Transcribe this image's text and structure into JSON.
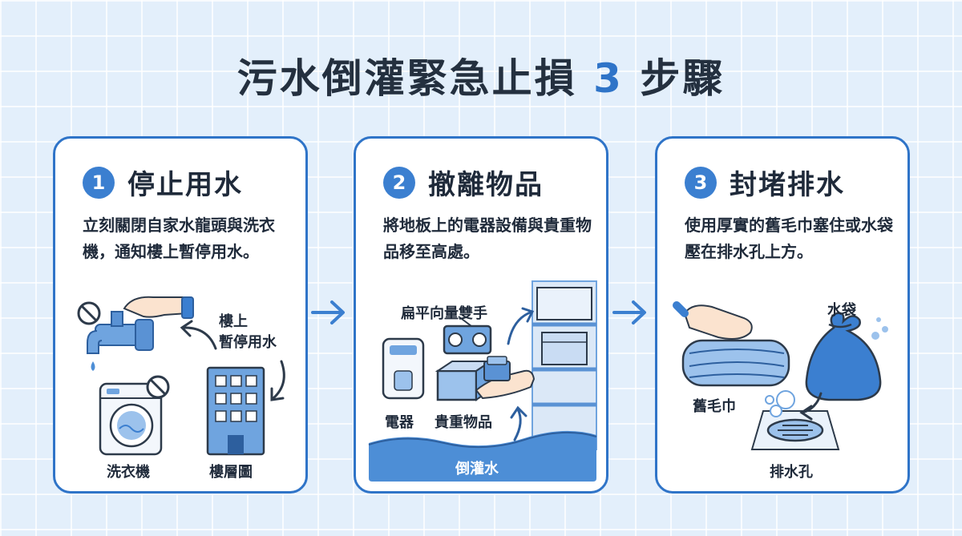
{
  "title": {
    "main": "污水倒灌緊急止損",
    "number": "3",
    "suffix": "步驟"
  },
  "steps": [
    {
      "number": "1",
      "title": "停止用水",
      "description": "立刻關閉自家水龍頭與洗衣機，通知樓上暫停用水。",
      "labels": {
        "upstairs": [
          "樓上",
          "暫停用水"
        ],
        "washer": "洗衣機",
        "building": "樓層圖"
      }
    },
    {
      "number": "2",
      "title": "撤離物品",
      "description": "將地板上的電器設備與貴重物品移至高處。",
      "labels": {
        "flat": "扁平向量雙手",
        "appliances": "電器",
        "valuables": "貴重物品",
        "backflow": "倒灌水"
      }
    },
    {
      "number": "3",
      "title": "封堵排水",
      "description": "使用厚實的舊毛巾塞住或水袋壓在排水孔上方。",
      "labels": {
        "water_bag": "水袋",
        "towel": "舊毛巾",
        "drain": "排水孔"
      }
    }
  ],
  "colors": {
    "accent": "#2f74c8",
    "background": "#e3effb",
    "text": "#1f2a3a",
    "water": "#4d8ed6"
  }
}
